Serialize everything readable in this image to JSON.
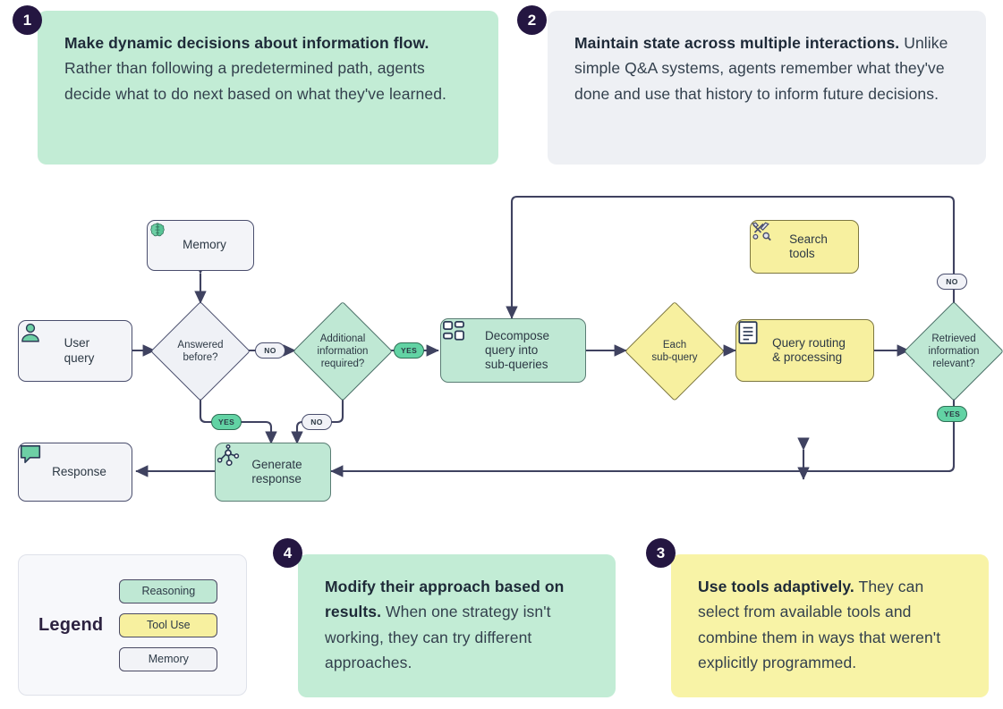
{
  "cards": [
    {
      "number": "1",
      "lead": "Make dynamic decisions about information flow.",
      "body": " Rather than following a predetermined path, agents decide what to do next based on what they've learned.",
      "bg": "#c2ecd5"
    },
    {
      "number": "2",
      "lead": "Maintain state across multiple interactions.",
      "body": " Unlike simple Q&A systems, agents remember what they've done and use that history to inform future decisions.",
      "bg": "#eef0f4"
    },
    {
      "number": "3",
      "lead": "Use tools adaptively.",
      "body": " They can select from available tools and combine them in ways that weren't explicitly programmed.",
      "bg": "#f8f3a6"
    },
    {
      "number": "4",
      "lead": "Modify their approach based on results.",
      "body": " When one strategy isn't working, they can try different approaches.",
      "bg": "#c2ecd5"
    }
  ],
  "legend": {
    "title": "Legend",
    "items": [
      {
        "label": "Reasoning",
        "color": "#bfe8d4"
      },
      {
        "label": "Tool Use",
        "color": "#f7f09f"
      },
      {
        "label": "Memory",
        "color": "#f2f3f7"
      }
    ]
  },
  "flow": {
    "nodes": {
      "user_query": {
        "label": "User\nquery",
        "type": "box",
        "category": "memory",
        "icon": "user-icon"
      },
      "memory": {
        "label": "Memory",
        "type": "box",
        "category": "memory",
        "icon": "brain-icon"
      },
      "answered": {
        "label": "Answered\nbefore?",
        "type": "diamond",
        "category": "memory"
      },
      "additional": {
        "label": "Additional\ninformation\nrequired?",
        "type": "diamond",
        "category": "reasoning"
      },
      "decompose": {
        "label": "Decompose\nquery into\nsub-queries",
        "type": "box",
        "category": "reasoning",
        "icon": "grid-icon"
      },
      "each_sub": {
        "label": "Each\nsub-query",
        "type": "diamond",
        "category": "tool"
      },
      "query_route": {
        "label": "Query routing\n& processing",
        "type": "box",
        "category": "tool",
        "icon": "document-icon"
      },
      "search_tools": {
        "label": "Search\ntools",
        "type": "box",
        "category": "tool",
        "icon": "tools-icon"
      },
      "retrieved": {
        "label": "Retrieved\ninformation\nrelevant?",
        "type": "diamond",
        "category": "reasoning"
      },
      "generate": {
        "label": "Generate\nresponse",
        "type": "box",
        "category": "reasoning",
        "icon": "network-icon"
      },
      "response": {
        "label": "Response",
        "type": "box",
        "category": "memory",
        "icon": "chat-icon"
      }
    },
    "edge_labels": {
      "answered_no": "NO",
      "answered_yes": "YES",
      "additional_yes": "YES",
      "additional_no": "NO",
      "retrieved_no": "NO",
      "retrieved_yes": "YES"
    }
  },
  "colors": {
    "reasoning": "#bfe8d4",
    "tool": "#f7f09f",
    "memory": "#f2f3f7",
    "stroke": "#3f4260",
    "badge": "#241641",
    "text": "#2c3844"
  }
}
